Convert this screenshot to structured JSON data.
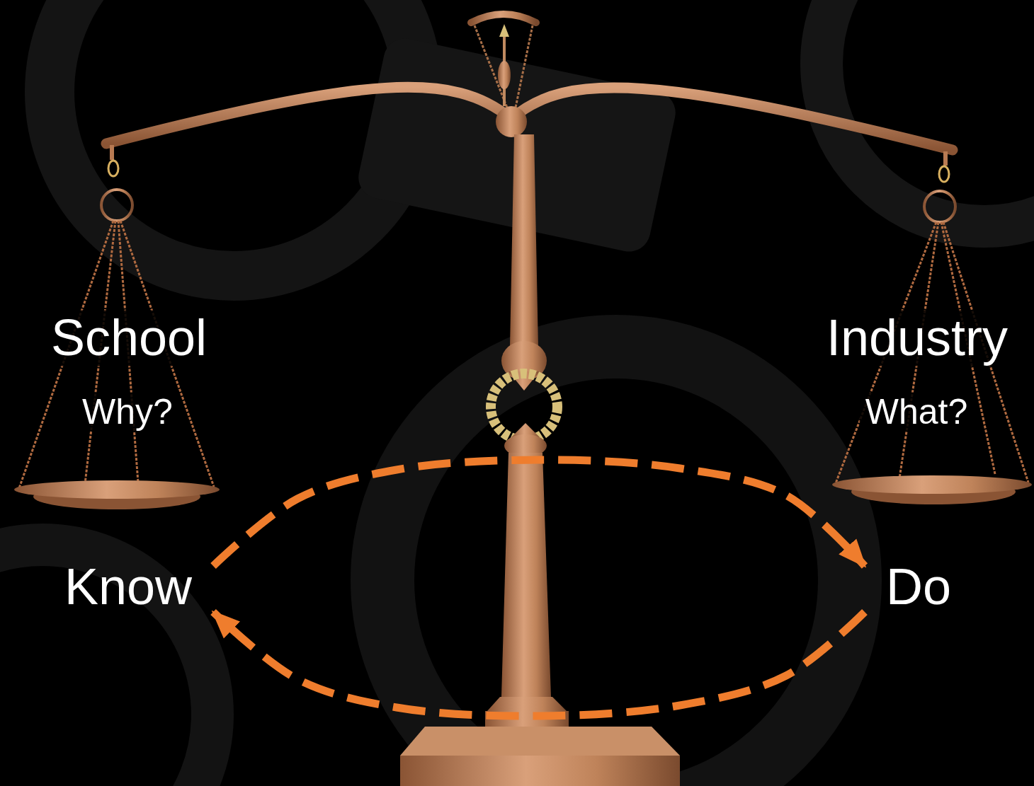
{
  "diagram": {
    "nodes": [
      {
        "text": [
          "Know"
        ]
      },
      {
        "text": [
          "Do"
        ]
      }
    ],
    "edges": [
      {
        "from": 0,
        "to": 1,
        "arrow": "to"
      },
      {
        "from": 1,
        "to": 0,
        "arrow": "to"
      }
    ],
    "labels": [
      "School",
      "Why?",
      "Industry",
      "What?"
    ]
  }
}
